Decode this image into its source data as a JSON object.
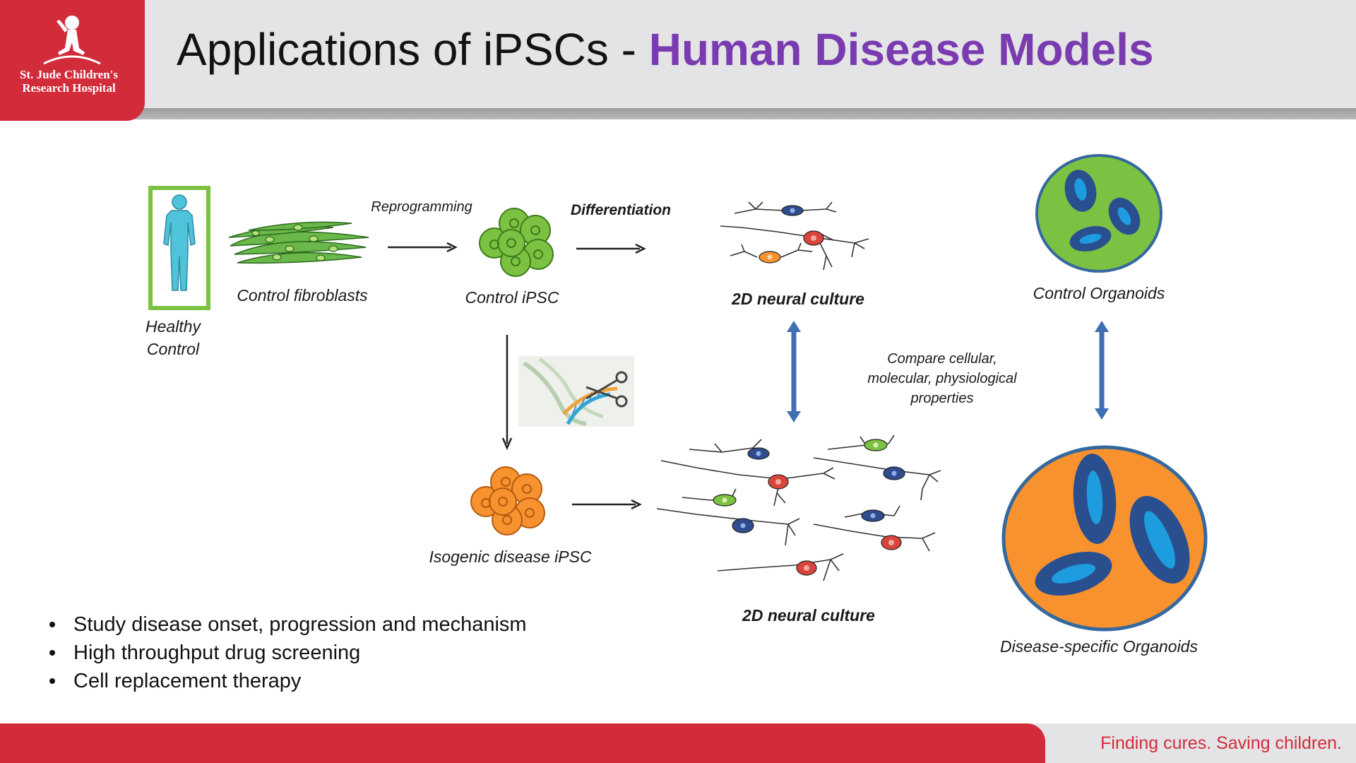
{
  "logo": {
    "line1": "St. Jude Children's",
    "line2": "Research Hospital"
  },
  "title": {
    "prefix": "Applications of iPSCs - ",
    "highlight": "Human Disease Models"
  },
  "diagram": {
    "reprogramming": "Reprogramming",
    "differentiation": "Differentiation",
    "healthy_control_line1": "Healthy",
    "healthy_control_line2": "Control",
    "control_fibroblasts": "Control fibroblasts",
    "control_ipsc": "Control iPSC",
    "neural_culture_top": "2D neural culture",
    "control_organoids": "Control Organoids",
    "compare_line1": "Compare cellular,",
    "compare_line2": "molecular, physiological",
    "compare_line3": "properties",
    "isogenic_ipsc": "Isogenic disease iPSC",
    "neural_culture_bottom": "2D neural culture",
    "disease_organoids": "Disease-specific Organoids"
  },
  "bullets": [
    "Study disease onset, progression and mechanism",
    "High throughput drug screening",
    "Cell replacement therapy"
  ],
  "footer": {
    "tagline": "Finding cures. Saving children."
  },
  "colors": {
    "brand_red": "#d22b3a",
    "title_accent": "#7a3bb0",
    "control_green": "#7cc242",
    "disease_orange": "#f7922e",
    "arrow_blue": "#3e6eb4"
  }
}
